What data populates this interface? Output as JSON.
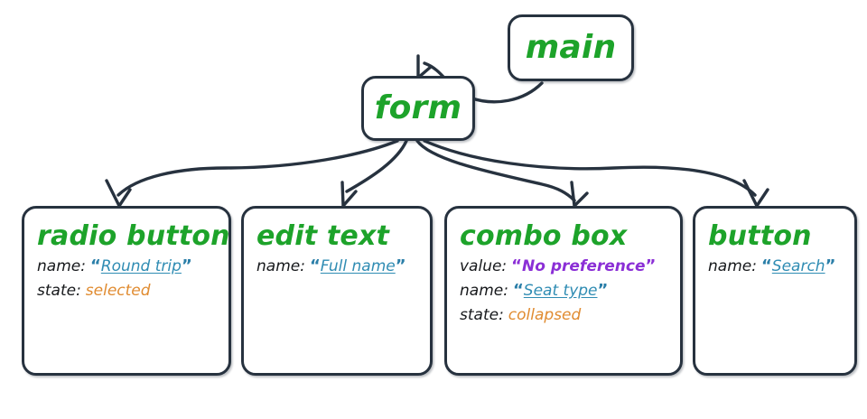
{
  "diagram": {
    "title": "accessibility-tree",
    "nodes": [
      {
        "id": "main",
        "title": "main",
        "props": []
      },
      {
        "id": "form",
        "title": "form",
        "props": []
      },
      {
        "id": "radio-button",
        "title": "radio button",
        "props": [
          {
            "key": "name:",
            "value": "Round trip",
            "kind": "name",
            "quote_open": "“",
            "quote_close": "”"
          },
          {
            "key": "state:",
            "value": "selected",
            "kind": "state",
            "quote_open": "",
            "quote_close": ""
          }
        ]
      },
      {
        "id": "edit-text",
        "title": "edit text",
        "props": [
          {
            "key": "name:",
            "value": "Full name",
            "kind": "name",
            "quote_open": "“",
            "quote_close": "”"
          }
        ]
      },
      {
        "id": "combo-box",
        "title": "combo box",
        "props": [
          {
            "key": "value:",
            "value": "No preference",
            "kind": "value",
            "quote_open": "“",
            "quote_close": "”"
          },
          {
            "key": "name:",
            "value": "Seat type",
            "kind": "name",
            "quote_open": "“",
            "quote_close": "”"
          },
          {
            "key": "state:",
            "value": "collapsed",
            "kind": "state",
            "quote_open": "",
            "quote_close": ""
          }
        ]
      },
      {
        "id": "button",
        "title": "button",
        "props": [
          {
            "key": "name:",
            "value": "Search",
            "kind": "name",
            "quote_open": "“",
            "quote_close": "”"
          }
        ]
      }
    ],
    "edges": [
      {
        "from": "main",
        "to": "form"
      },
      {
        "from": "form",
        "to": "radio-button"
      },
      {
        "from": "form",
        "to": "edit-text"
      },
      {
        "from": "form",
        "to": "combo-box"
      },
      {
        "from": "form",
        "to": "button"
      }
    ]
  },
  "colors": {
    "node_title_green": "#1DA32A",
    "name_teal": "#2F8CB3",
    "value_purple": "#8B2FD6",
    "state_orange": "#E08B30",
    "stroke_dark": "#27323F",
    "background": "#FFFFFF"
  }
}
